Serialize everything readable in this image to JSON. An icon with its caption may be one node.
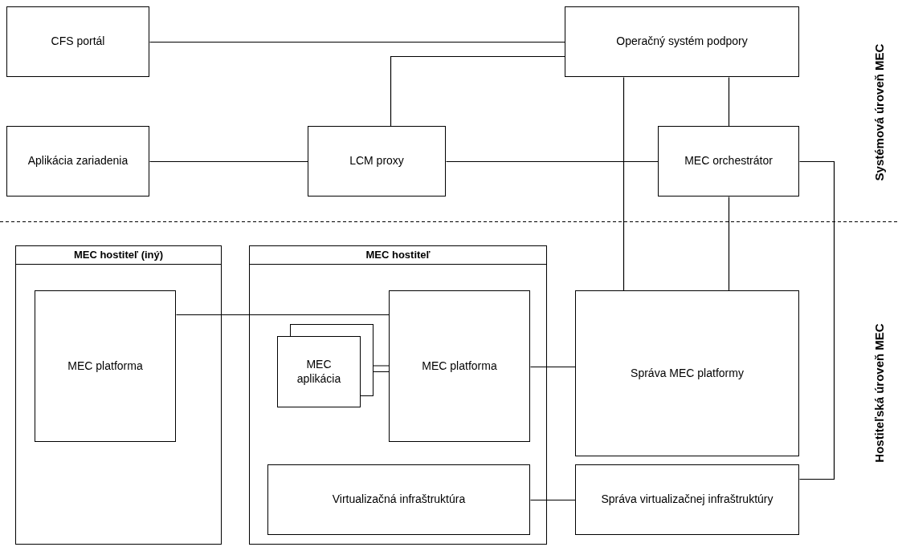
{
  "diagram": {
    "nodes": [
      {
        "text": [
          "CFS portál"
        ]
      },
      {
        "text": [
          "Operačný systém podpory"
        ]
      },
      {
        "text": [
          "Aplikácia zariadenia"
        ]
      },
      {
        "text": [
          "LCM proxy"
        ]
      },
      {
        "text": [
          "MEC orchestrátor"
        ]
      },
      {
        "text": [
          "MEC hostiteľ (iný)"
        ]
      },
      {
        "text": [
          "MEC platforma"
        ],
        "in": 5
      },
      {
        "text": [
          "MEC hostiteľ"
        ]
      },
      {
        "text": [
          "MEC aplikácia"
        ],
        "in": 7
      },
      {
        "text": [
          "MEC platforma"
        ],
        "in": 7
      },
      {
        "text": [
          "Virtualizačná infraštruktúra"
        ],
        "in": 7
      },
      {
        "text": [
          "Správa MEC platformy"
        ]
      },
      {
        "text": [
          "Správa virtualizačnej infraštruktúry"
        ]
      }
    ],
    "edges": [
      {
        "from": 0,
        "to": 1,
        "arrow": "none"
      },
      {
        "from": 3,
        "to": 1,
        "arrow": "none"
      },
      {
        "from": 2,
        "to": 3,
        "arrow": "none"
      },
      {
        "from": 3,
        "to": 4,
        "arrow": "none"
      },
      {
        "from": 1,
        "to": 4,
        "arrow": "none"
      },
      {
        "from": 1,
        "to": 11,
        "arrow": "none"
      },
      {
        "from": 4,
        "to": 11,
        "arrow": "none"
      },
      {
        "from": 4,
        "to": 12,
        "arrow": "none"
      },
      {
        "from": 6,
        "to": 9,
        "arrow": "none"
      },
      {
        "from": 8,
        "to": 9,
        "arrow": "none"
      },
      {
        "from": 9,
        "to": 11,
        "arrow": "none"
      },
      {
        "from": 10,
        "to": 12,
        "arrow": "none"
      }
    ],
    "labels": [
      "Systémová úroveň MEC",
      "Hostiteľská úroveň MEC"
    ]
  }
}
